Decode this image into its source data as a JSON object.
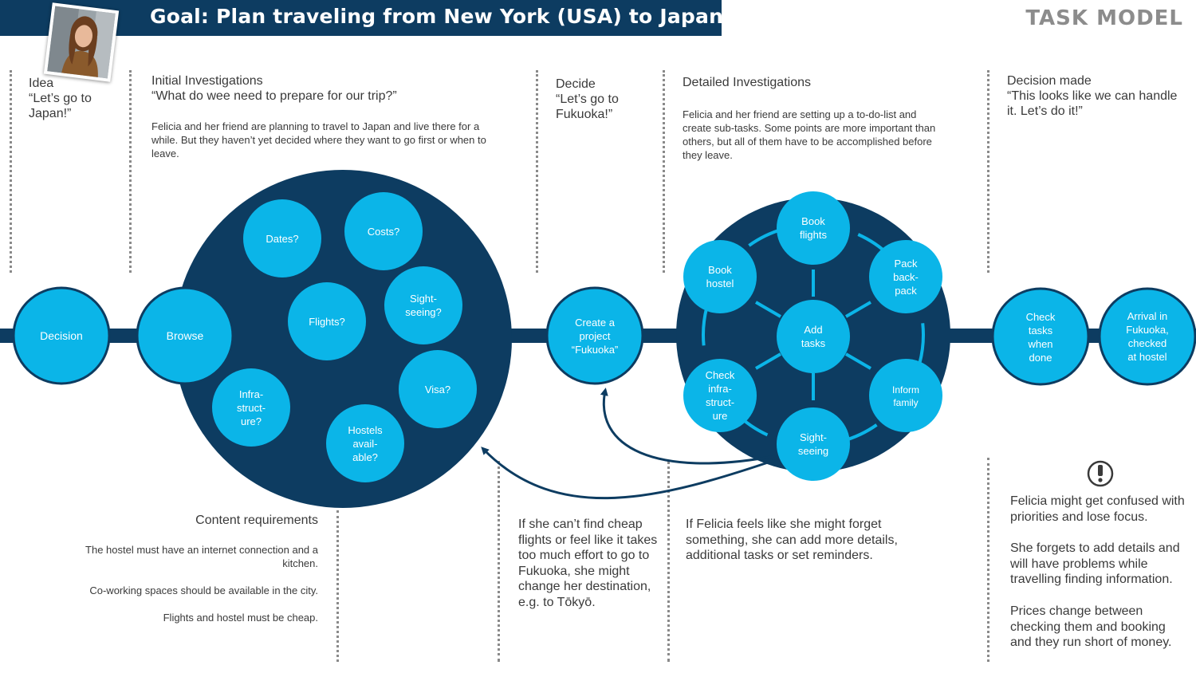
{
  "header": {
    "title": "Goal: Plan traveling from New York (USA) to Japan",
    "label": "TASK MODEL"
  },
  "colors": {
    "dark_blue": "#0d3c61",
    "bubble": "#0bb5e8",
    "text": "#3a3a3a"
  },
  "sections": {
    "idea": {
      "line1": "Idea",
      "line2": "“Let’s go to",
      "line3": "Japan!”"
    },
    "initial": {
      "title": "Initial Investigations",
      "question": "“What do wee need to prepare for our trip?”",
      "body": "Felicia and her friend are planning to travel to Japan and live there for a while. But they haven’t yet decided where they want to go first or when to leave."
    },
    "decide": {
      "line1": "Decide",
      "line2": "“Let’s go to",
      "line3": "Fukuoka!”"
    },
    "detailed": {
      "title": "Detailed Investigations",
      "body": "Felicia and her friend are setting up a to-do-list and create sub-tasks. Some points are more important than others, but all of them have to be accomplished before they leave."
    },
    "decision_made": {
      "line1": "Decision made",
      "line2": "“This looks like we can handle",
      "line3": "it. Let’s do it!”"
    }
  },
  "nodes": {
    "decision": "Decision",
    "browse": "Browse",
    "create": [
      "Create a",
      "project",
      "“Fukuoka”"
    ],
    "check": [
      "Check",
      "tasks",
      "when",
      "done"
    ],
    "arrival": [
      "Arrival in",
      "Fukuoka,",
      "checked",
      "at hostel"
    ]
  },
  "browse_bubbles": {
    "dates": [
      "Dates?"
    ],
    "costs": [
      "Costs?"
    ],
    "flights": [
      "Flights?"
    ],
    "sightseeing": [
      "Sight-",
      "seeing?"
    ],
    "visa": [
      "Visa?"
    ],
    "infrastructure": [
      "Infra-",
      "struct-",
      "ure?"
    ],
    "hostels": [
      "Hostels",
      "avail-",
      "able?"
    ]
  },
  "task_bubbles": {
    "center": [
      "Add",
      "tasks"
    ],
    "book_flights": [
      "Book",
      "flights"
    ],
    "pack": [
      "Pack",
      "back-",
      "pack"
    ],
    "inform": [
      "Inform",
      "family"
    ],
    "sightseeing": [
      "Sight-",
      "seeing"
    ],
    "check_infra": [
      "Check",
      "infra-",
      "struct-",
      "ure"
    ],
    "book_hostel": [
      "Book",
      "hostel"
    ]
  },
  "content_requirements": {
    "title": "Content requirements",
    "items": [
      "The hostel must have an internet connection and a kitchen.",
      "Co-working spaces should be available in the city.",
      "Flights and hostel must be cheap."
    ]
  },
  "notes": {
    "cheap_flights": "If she can’t find cheap flights or feel like it takes too much effort to go to Fukuoka, she might change her destination, e.g. to Tōkyō.",
    "forget": "If Felicia feels like she might forget something, she can add more details, additional tasks or set reminders."
  },
  "pain_points": {
    "icon": "exclamation-icon",
    "items": [
      "Felicia might get confused with priorities and lose focus.",
      "She forgets to add details and will have problems while travelling finding information.",
      "Prices change between checking them and booking and they run short of money."
    ]
  }
}
